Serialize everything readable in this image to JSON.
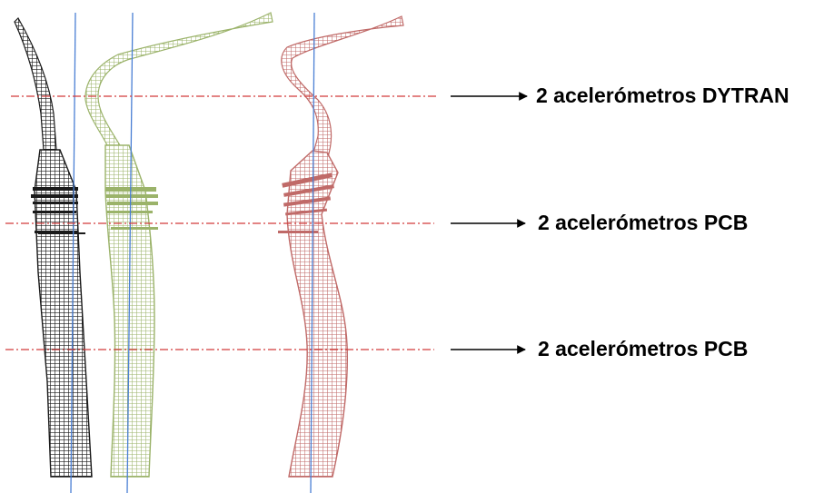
{
  "diagram": {
    "labels": [
      "2 acelerómetros DYTRAN",
      "2 acelerómetros PCB",
      "2 acelerómetros PCB"
    ],
    "colors": {
      "mode_1": "#1a1a1a",
      "mode_2": "#9bb36a",
      "mode_3": "#c06a68",
      "reference_line": "#4a7fd4",
      "sensor_level_line": "#d23a3a",
      "arrow": "#000000"
    }
  }
}
